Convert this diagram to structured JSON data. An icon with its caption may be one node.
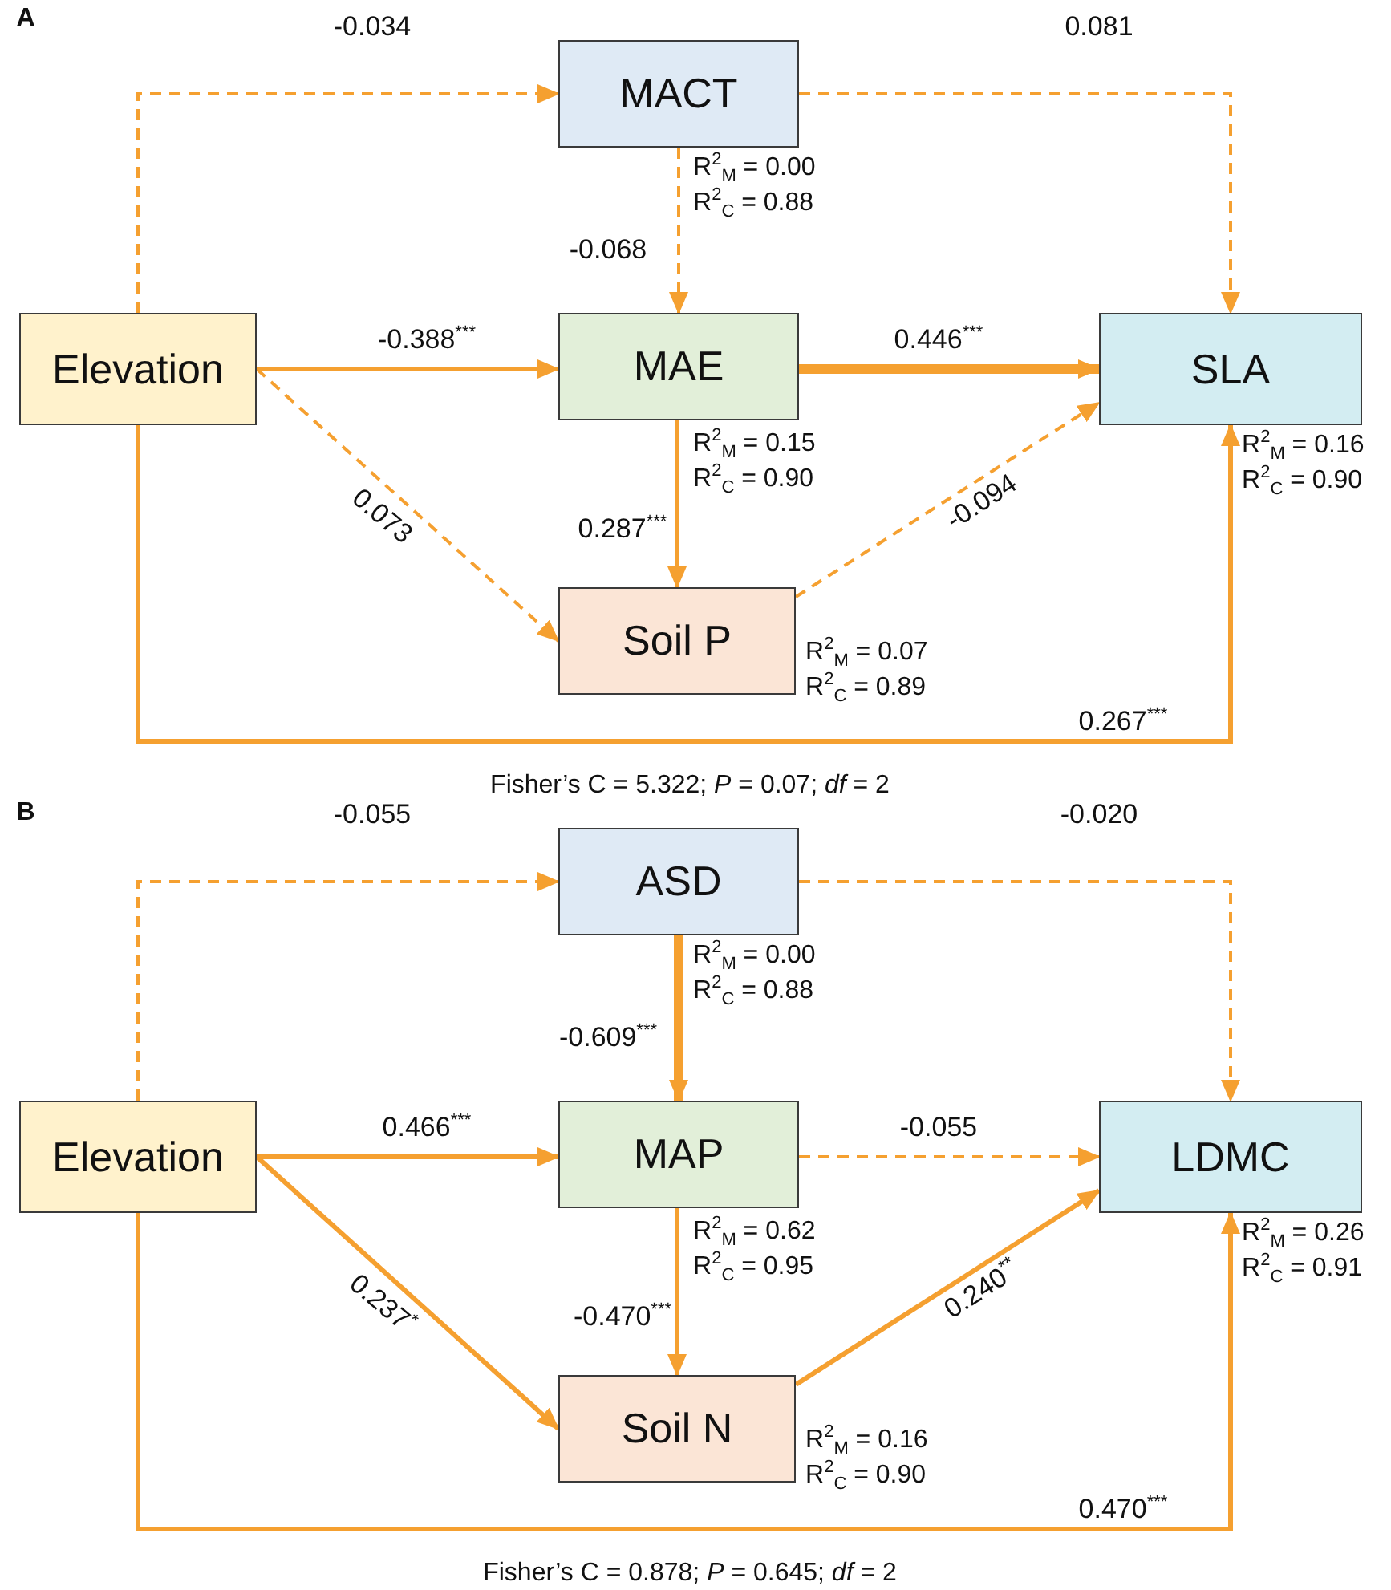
{
  "diagram": {
    "nodes": [
      {
        "text": [
          "Elevation"
        ]
      },
      {
        "text": [
          "MACT"
        ],
        "beside": [
          "R$^{2}$$_{M}$ = 0.00",
          "R$^{2}$$_{C}$ = 0.88"
        ]
      },
      {
        "text": [
          "MAE"
        ],
        "beside": [
          "R$^{2}$$_{M}$ = 0.15",
          "R$^{2}$$_{C}$ = 0.90"
        ]
      },
      {
        "text": [
          "SLA"
        ],
        "beside": [
          "R$^{2}$$_{M}$ = 0.16",
          "R$^{2}$$_{C}$ = 0.90"
        ]
      },
      {
        "text": [
          "Soil P"
        ],
        "beside": [
          "R$^{2}$$_{M}$ = 0.07",
          "R$^{2}$$_{C}$ = 0.89"
        ]
      },
      {
        "text": [
          "Elevation"
        ]
      },
      {
        "text": [
          "ASD"
        ],
        "beside": [
          "R$^{2}$$_{M}$ = 0.00",
          "R$^{2}$$_{C}$ = 0.88"
        ]
      },
      {
        "text": [
          "MAP"
        ],
        "beside": [
          "R$^{2}$$_{M}$ = 0.62",
          "R$^{2}$$_{C}$ = 0.95"
        ]
      },
      {
        "text": [
          "LDMC"
        ],
        "beside": [
          "R$^{2}$$_{M}$ = 0.26",
          "R$^{2}$$_{C}$ = 0.91"
        ]
      },
      {
        "text": [
          "Soil N"
        ],
        "beside": [
          "R$^{2}$$_{M}$ = 0.16",
          "R$^{2}$$_{C}$ = 0.90"
        ]
      }
    ],
    "edges": [
      {
        "from": 0,
        "to": 1,
        "arrow": "to",
        "label": "-0.034",
        "style": "dashed"
      },
      {
        "from": 1,
        "to": 3,
        "arrow": "to",
        "label": "0.081",
        "style": "dashed"
      },
      {
        "from": 1,
        "to": 2,
        "arrow": "to",
        "label": "-0.068",
        "style": "dashed"
      },
      {
        "from": 0,
        "to": 2,
        "arrow": "to",
        "label": "-0.388$^{***}$"
      },
      {
        "from": 2,
        "to": 3,
        "arrow": "to",
        "label": "0.446$^{***}$",
        "style": "thick"
      },
      {
        "from": 0,
        "to": 4,
        "arrow": "to",
        "label": "0.073",
        "style": "dashed"
      },
      {
        "from": 2,
        "to": 4,
        "arrow": "to",
        "label": "0.287$^{***}$"
      },
      {
        "from": 4,
        "to": 3,
        "arrow": "to",
        "label": "-0.094",
        "style": "dashed"
      },
      {
        "from": 0,
        "to": 3,
        "arrow": "to",
        "label": "0.267$^{***}$"
      },
      {
        "from": 5,
        "to": 6,
        "arrow": "to",
        "label": "-0.055",
        "style": "dashed"
      },
      {
        "from": 6,
        "to": 8,
        "arrow": "to",
        "label": "-0.020",
        "style": "dashed"
      },
      {
        "from": 6,
        "to": 7,
        "arrow": "to",
        "label": "-0.609$^{***}$",
        "style": "thick"
      },
      {
        "from": 5,
        "to": 7,
        "arrow": "to",
        "label": "0.466$^{***}$"
      },
      {
        "from": 7,
        "to": 8,
        "arrow": "to",
        "label": "-0.055",
        "style": "dashed"
      },
      {
        "from": 5,
        "to": 9,
        "arrow": "to",
        "label": "0.237$^{*}$"
      },
      {
        "from": 7,
        "to": 9,
        "arrow": "to",
        "label": "-0.470$^{***}$"
      },
      {
        "from": 9,
        "to": 8,
        "arrow": "to",
        "label": "0.240$^{**}$"
      },
      {
        "from": 5,
        "to": 8,
        "arrow": "to",
        "label": "0.470$^{***}$"
      }
    ],
    "labels": [
      "A",
      "Fisher’s C = 5.322; *P* = 0.07; *df* = 2",
      "B",
      "Fisher’s C = 0.878; *P* = 0.645; *df* = 2"
    ]
  }
}
